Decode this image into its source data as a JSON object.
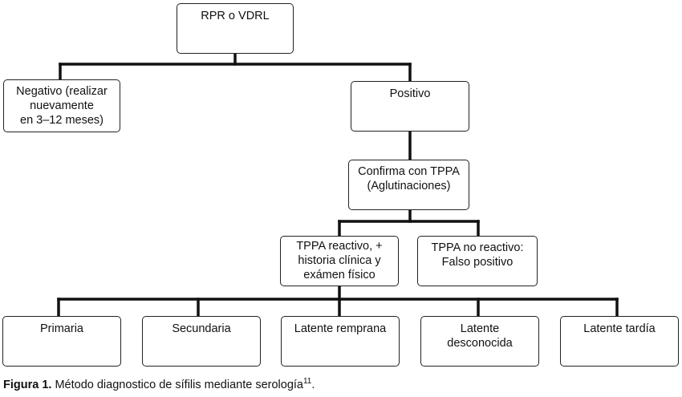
{
  "nodes": {
    "root": [
      "RPR o VDRL"
    ],
    "negative": [
      "Negativo (realizar",
      "nuevamente",
      "en 3–12 meses)"
    ],
    "positive": [
      "Positivo"
    ],
    "confirm": [
      "Confirma con TPPA",
      "(Aglutinaciones)"
    ],
    "reactive": [
      "TPPA reactivo, +",
      "historia clínica y",
      "exámen físico"
    ],
    "nonreactive": [
      "TPPA no reactivo:",
      "Falso positivo"
    ],
    "primaria": [
      "Primaria"
    ],
    "secundaria": [
      "Secundaria"
    ],
    "latente_temprana": [
      "Latente remprana"
    ],
    "latente_desconocida": [
      "Latente",
      "desconocida"
    ],
    "latente_tardia": [
      "Latente tardía"
    ]
  },
  "caption": {
    "label": "Figura 1.",
    "text": " Método diagnostico de sífilis mediante serología",
    "ref": "11",
    "end": "."
  }
}
